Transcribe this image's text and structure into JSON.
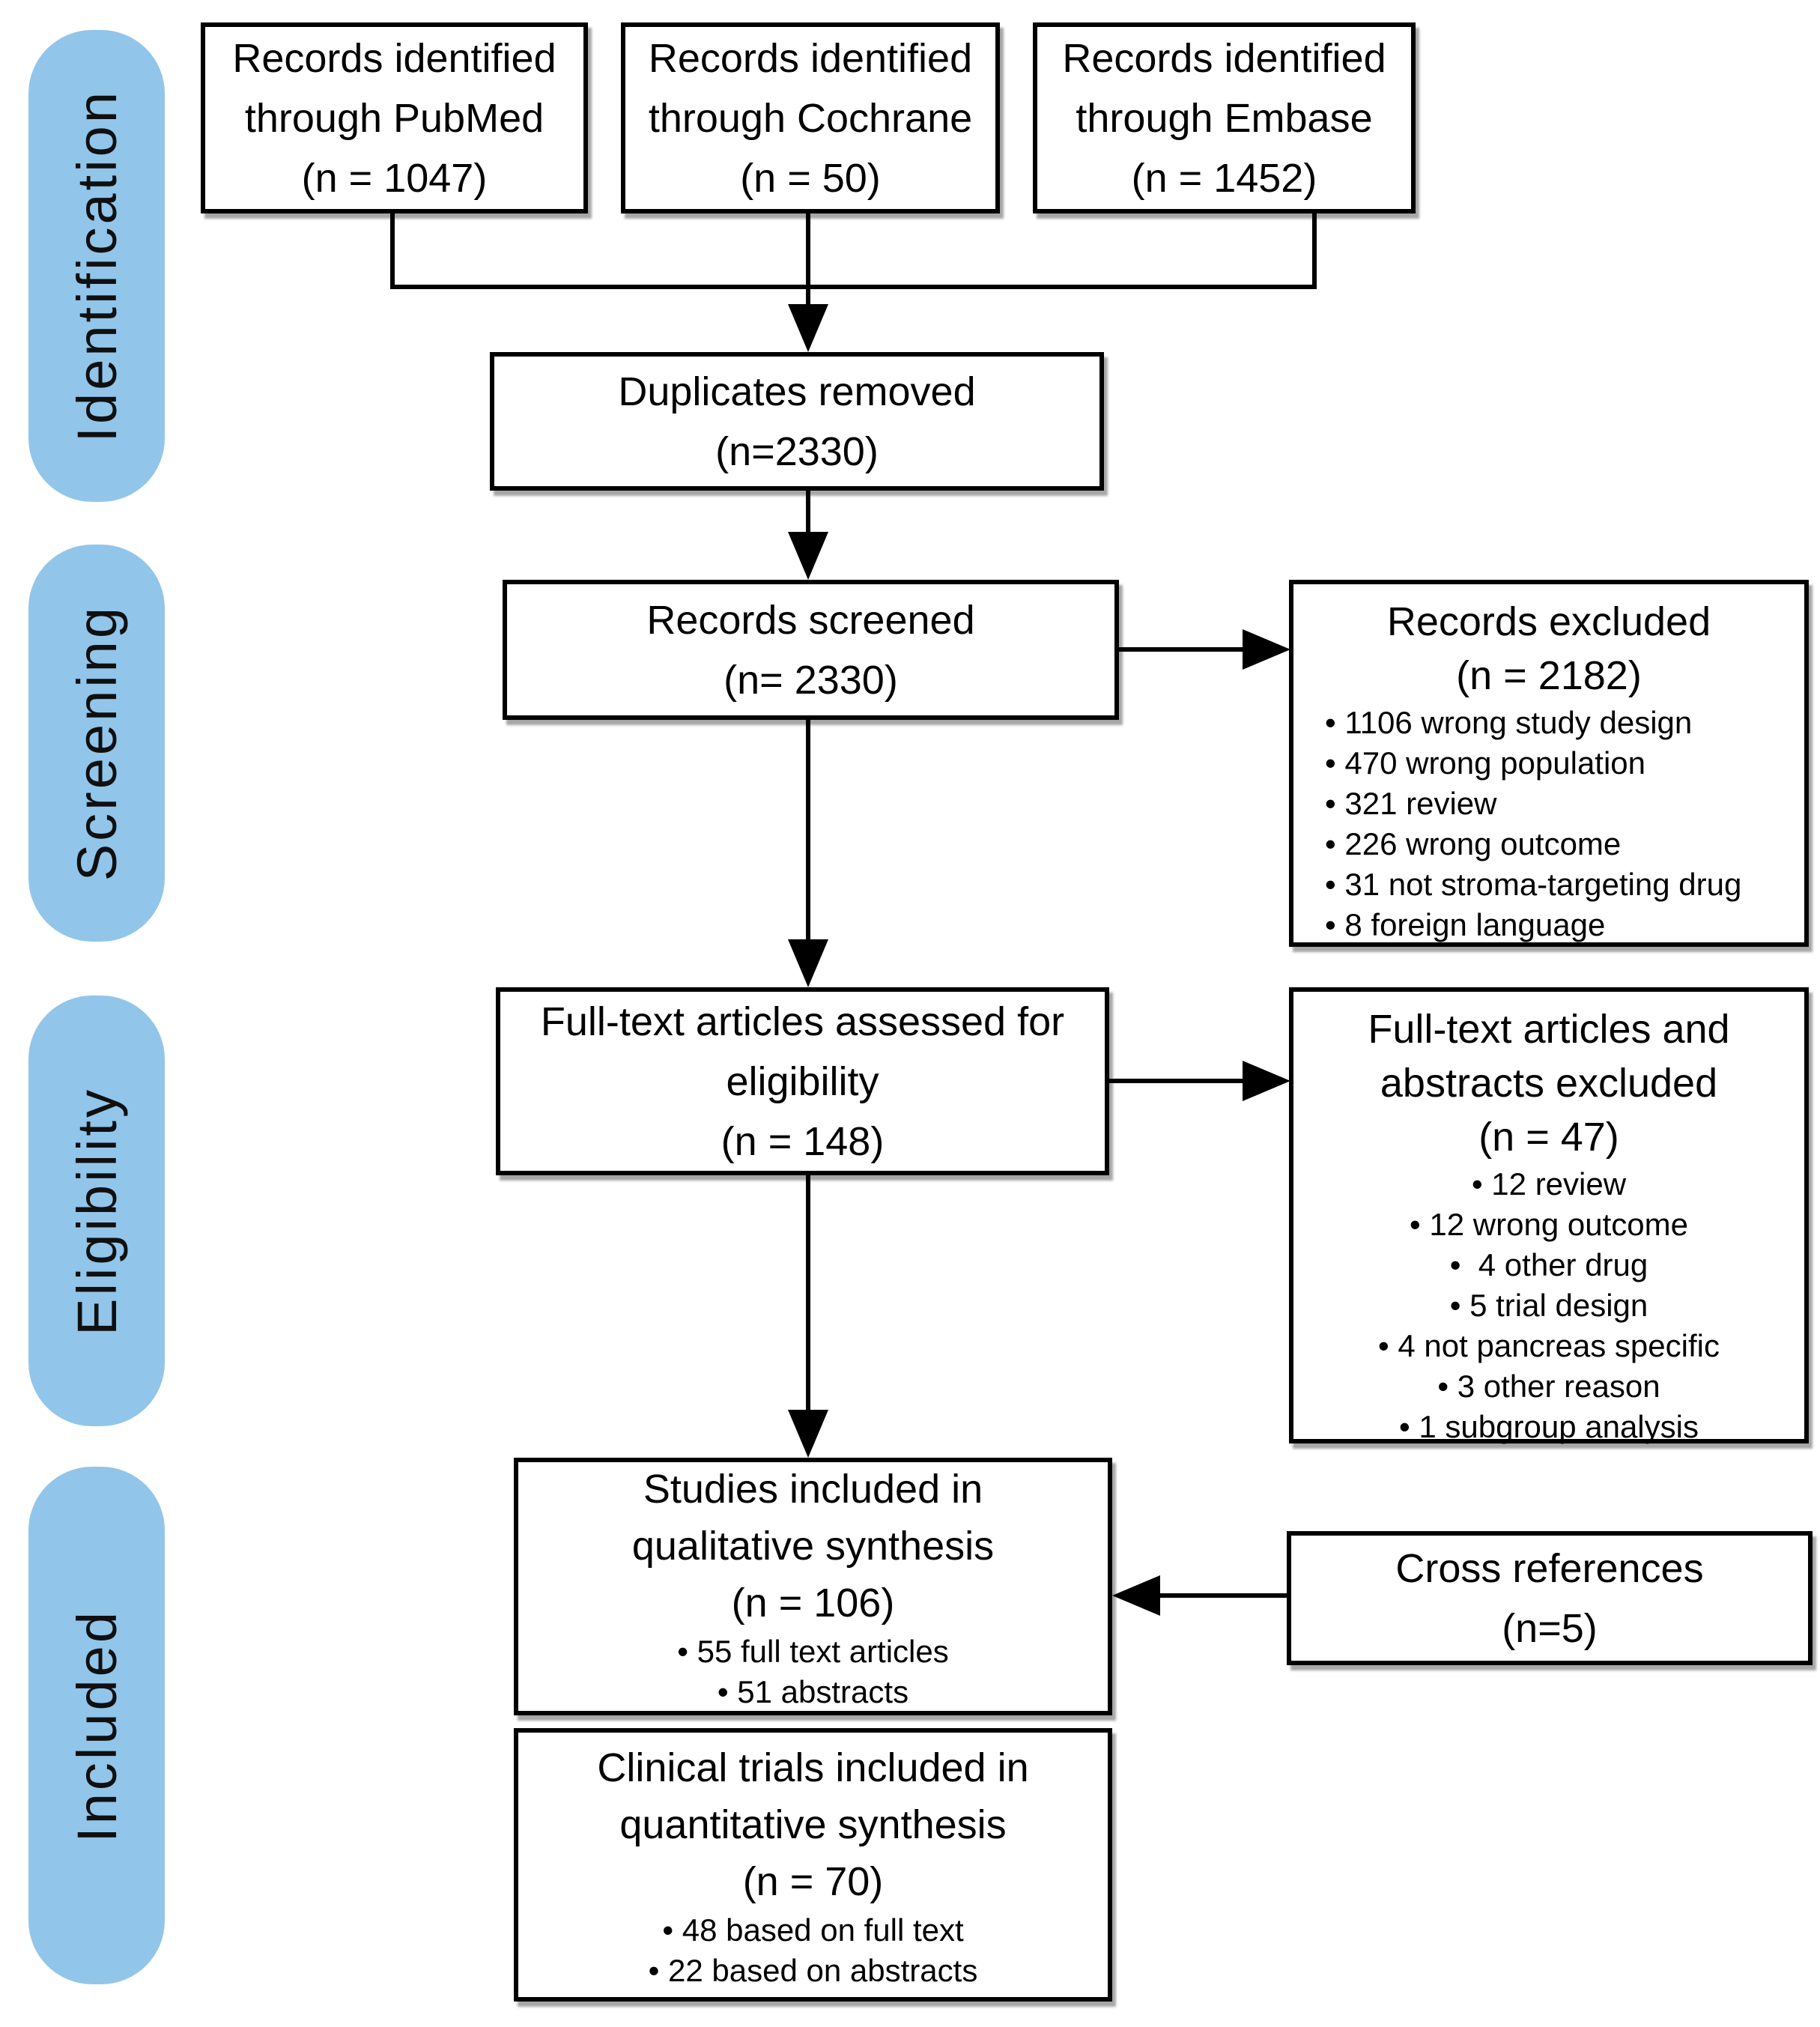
{
  "palette": {
    "stage_fill": "#92c5ea",
    "line_color": "#000000",
    "box_background": "#ffffff"
  },
  "sidebar": {
    "stages": [
      {
        "label": "Identification"
      },
      {
        "label": "Screening"
      },
      {
        "label": "Eligibility"
      },
      {
        "label": "Included"
      }
    ]
  },
  "flow": {
    "pubmed": {
      "lines": [
        "Records identified",
        "through PubMed",
        "(n = 1047)"
      ]
    },
    "cochrane": {
      "lines": [
        "Records identified",
        "through Cochrane",
        "(n = 50)"
      ]
    },
    "embase": {
      "lines": [
        "Records identified",
        "through Embase",
        "(n = 1452)"
      ]
    },
    "duplicates": {
      "lines": [
        "Duplicates removed",
        "(n=2330)"
      ]
    },
    "screened": {
      "lines": [
        "Records screened",
        "(n= 2330)"
      ]
    },
    "records_excluded": {
      "title": [
        "Records excluded",
        "(n = 2182)"
      ],
      "bullets": [
        "• 1106 wrong study design",
        "• 470 wrong population",
        "• 321 review",
        "• 226 wrong outcome",
        "• 31 not stroma-targeting drug",
        "• 8 foreign language"
      ]
    },
    "fulltext": {
      "lines": [
        "Full-text articles assessed for",
        "eligibility",
        "(n = 148)"
      ]
    },
    "fulltext_excluded": {
      "title": [
        "Full-text articles and",
        "abstracts excluded",
        "(n = 47)"
      ],
      "bullets": [
        "• 12 review",
        "• 12 wrong outcome",
        "•  4 other drug",
        "• 5 trial design",
        "• 4 not pancreas specific",
        "• 3 other reason",
        "• 1 subgroup analysis"
      ]
    },
    "qualitative": {
      "title": [
        "Studies included in",
        "qualitative synthesis",
        "(n = 106)"
      ],
      "bullets": [
        "• 55 full text articles",
        "• 51 abstracts"
      ]
    },
    "crossref": {
      "lines": [
        "Cross references",
        "(n=5)"
      ]
    },
    "quantitative": {
      "title": [
        "Clinical trials included in",
        "quantitative synthesis",
        "(n = 70)"
      ],
      "bullets": [
        "• 48 based on full text",
        "• 22 based on abstracts"
      ]
    }
  }
}
